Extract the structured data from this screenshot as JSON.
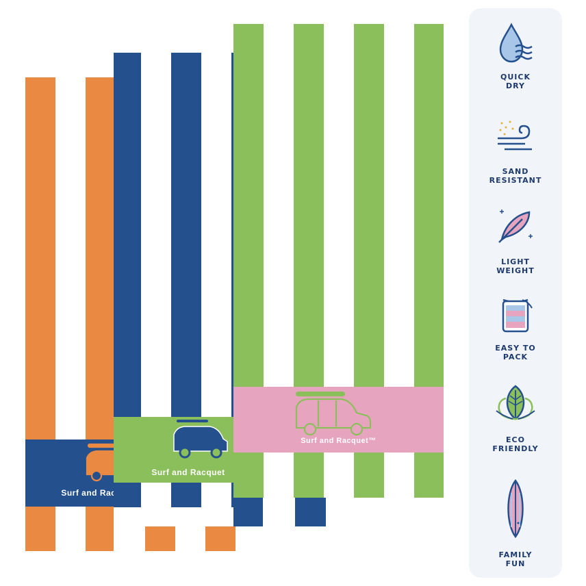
{
  "colors": {
    "orange": "#ea8a42",
    "navy": "#24508e",
    "green": "#8bbf5b",
    "pink": "#e7a4bf",
    "white": "#ffffff",
    "panel": "#f1f4f8",
    "label": "#1d3a6e"
  },
  "towels": [
    {
      "name": "orange-striped-towel",
      "stripe_color": "orange",
      "band_color": "navy",
      "brand_text": "Surf and Racquet"
    },
    {
      "name": "blue-striped-towel",
      "stripe_color": "navy",
      "band_color": "green",
      "brand_text": "Surf and Racquet"
    },
    {
      "name": "green-striped-towel",
      "stripe_color": "green",
      "band_color": "pink",
      "brand_text": "Surf and Racquet™"
    }
  ],
  "features": [
    {
      "icon": "water-drop-icon",
      "line1": "QUICK",
      "line2": "DRY"
    },
    {
      "icon": "sand-wind-icon",
      "line1": "SAND",
      "line2": "RESISTANT"
    },
    {
      "icon": "feather-icon",
      "line1": "LIGHT",
      "line2": "WEIGHT"
    },
    {
      "icon": "pouch-bag-icon",
      "line1": "EASY TO",
      "line2": "PACK"
    },
    {
      "icon": "lotus-leaf-icon",
      "line1": "ECO",
      "line2": "FRIENDLY"
    },
    {
      "icon": "surfboard-icon",
      "line1": "FAMILY",
      "line2": "FUN"
    }
  ]
}
